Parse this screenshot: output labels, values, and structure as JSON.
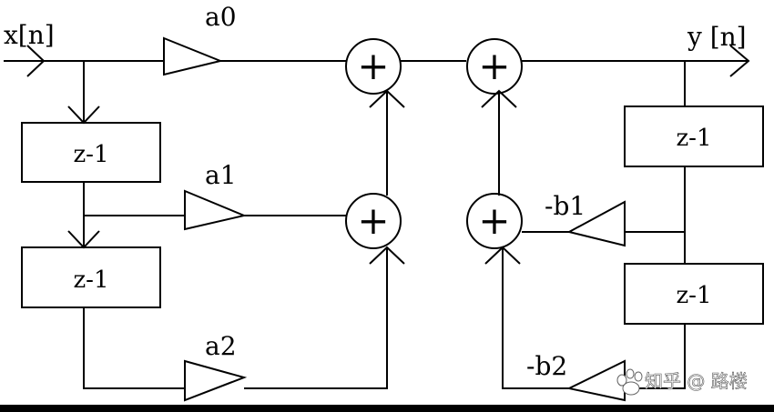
{
  "labels": {
    "input": "x[n]",
    "output": "y [n]",
    "a0": "a0",
    "a1": "a1",
    "a2": "a2",
    "neg_b1": "-b1",
    "neg_b2": "-b2",
    "delay": "z-1",
    "sum_symbol": "+"
  },
  "watermark": {
    "text": "知乎 @ 路楼",
    "icon": "paw-logo-icon"
  },
  "colors": {
    "frame": "#000000",
    "panel": "#ffffff",
    "stroke": "#000000"
  }
}
